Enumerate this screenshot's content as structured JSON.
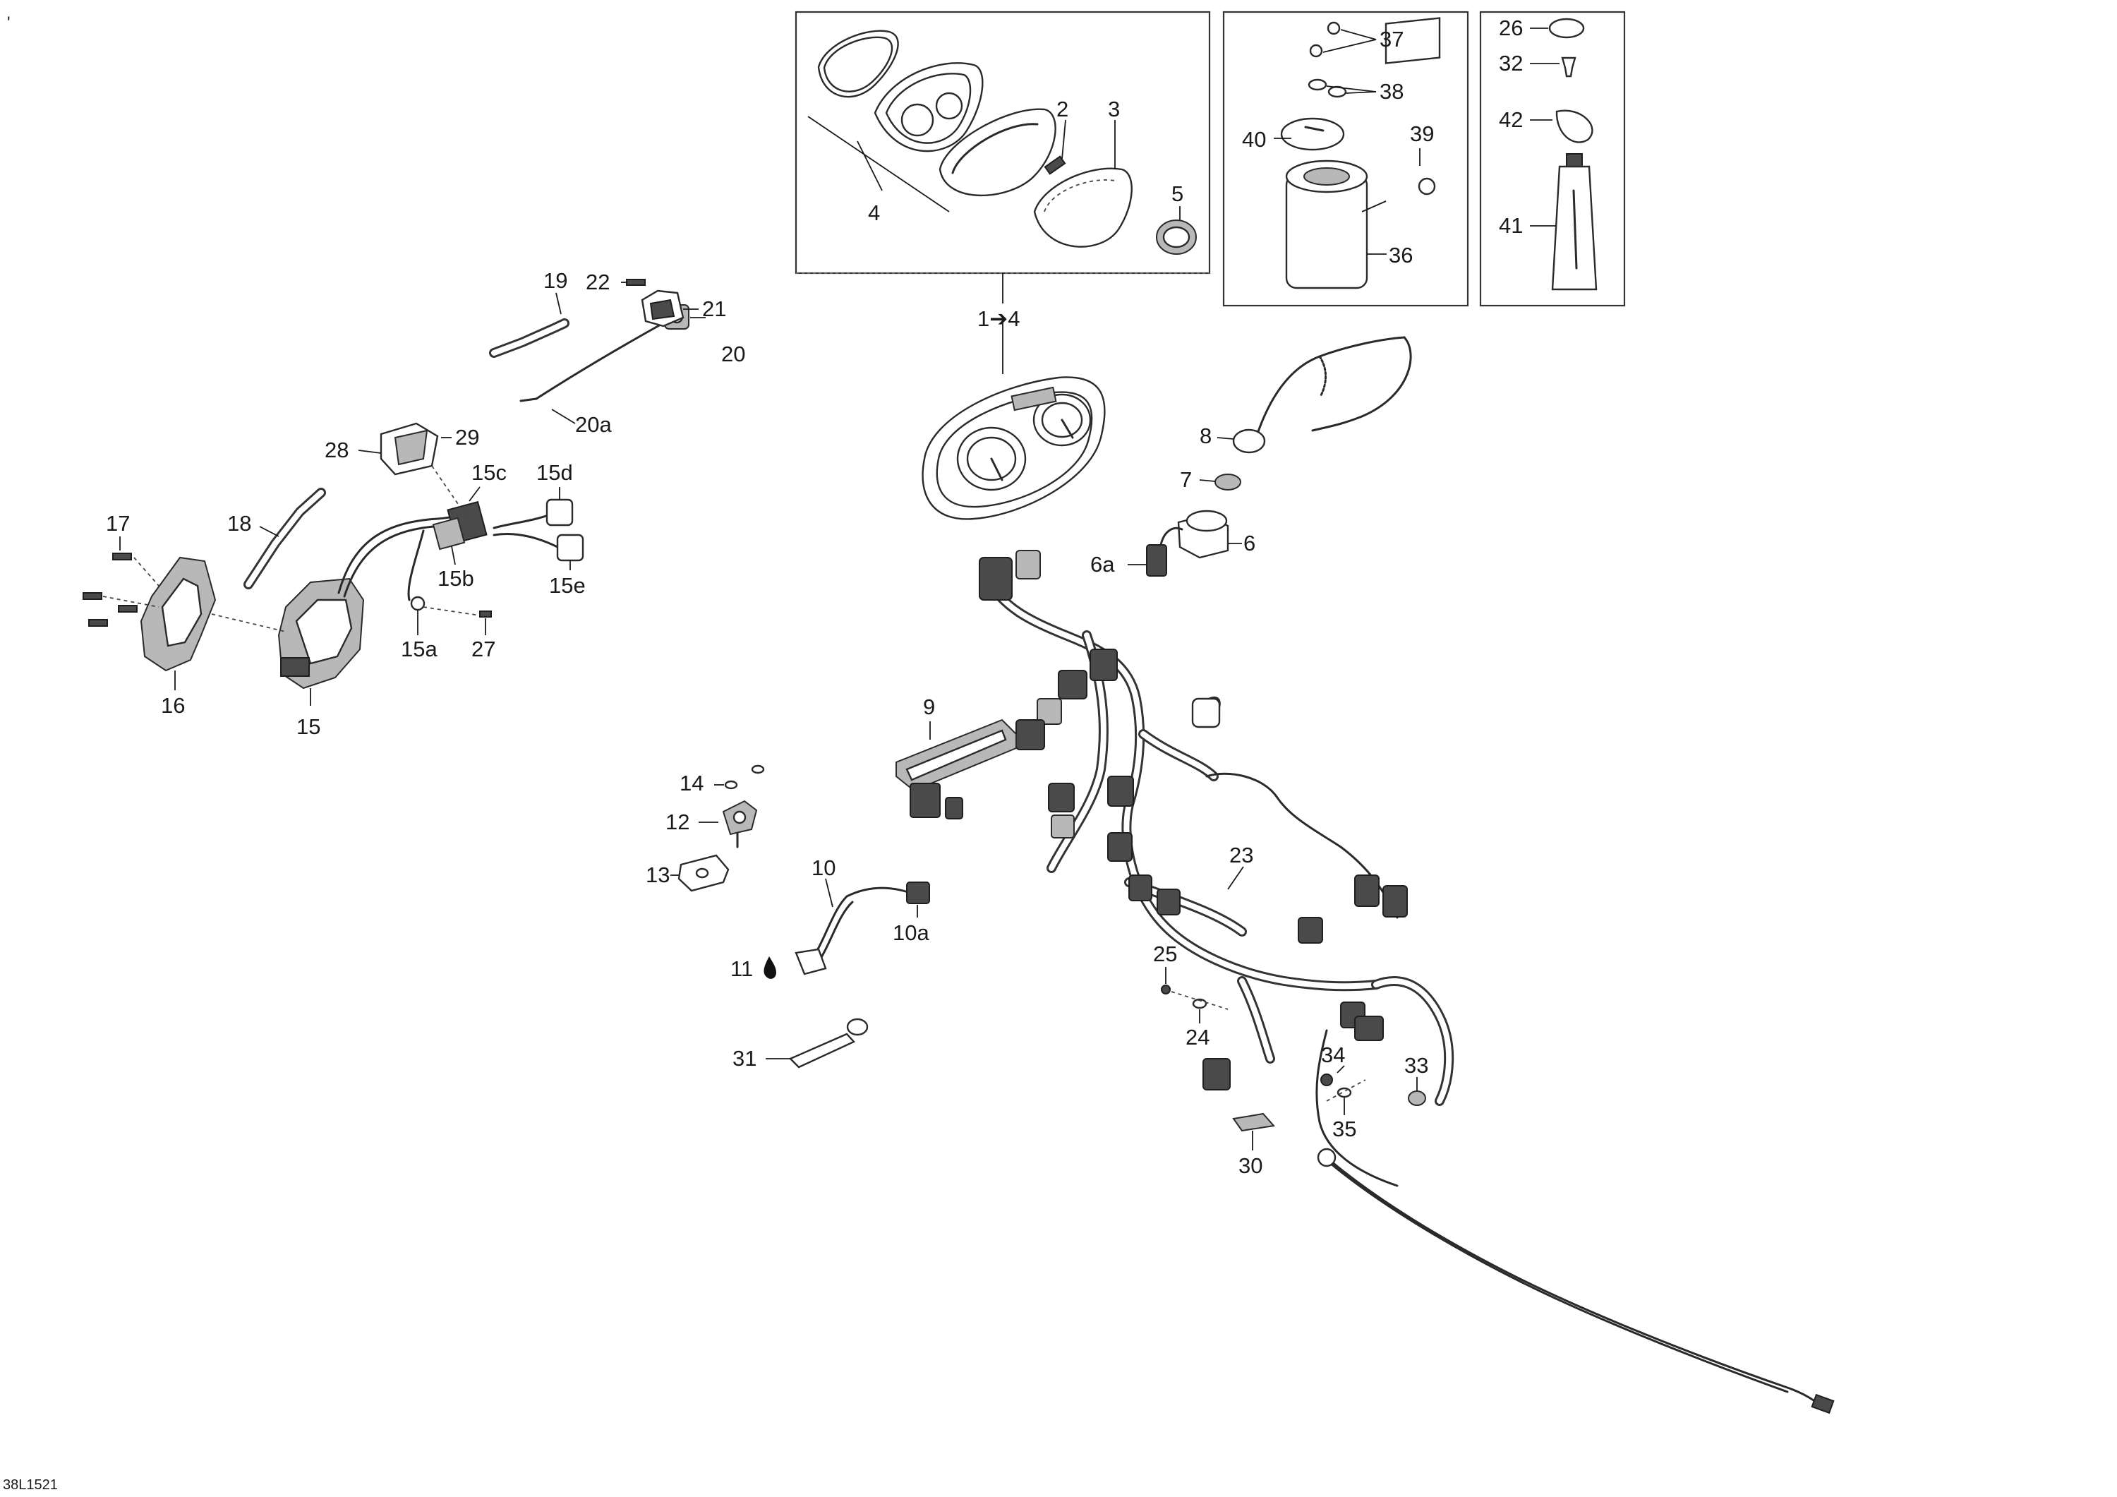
{
  "drawing_number": "38L1521",
  "corner_mark": "'",
  "callouts": {
    "c1to4": "1➔4",
    "c2": "2",
    "c3": "3",
    "c4": "4",
    "c5": "5",
    "c6": "6",
    "c6a": "6a",
    "c7": "7",
    "c8": "8",
    "c9": "9",
    "c10": "10",
    "c10a": "10a",
    "c11": "11",
    "c12": "12",
    "c13": "13",
    "c14": "14",
    "c15": "15",
    "c15a": "15a",
    "c15b": "15b",
    "c15c": "15c",
    "c15d": "15d",
    "c15e": "15e",
    "c16": "16",
    "c17": "17",
    "c18": "18",
    "c19": "19",
    "c20": "20",
    "c20a": "20a",
    "c21": "21",
    "c22": "22",
    "c23": "23",
    "c24": "24",
    "c25": "25",
    "c26": "26",
    "c27": "27",
    "c28": "28",
    "c29": "29",
    "c30": "30",
    "c31": "31",
    "c32": "32",
    "c33": "33",
    "c34": "34",
    "c35": "35",
    "c36": "36",
    "c37": "37",
    "c38": "38",
    "c39": "39",
    "c40": "40",
    "c41": "41",
    "c42": "42"
  },
  "icons": {
    "oil_drop": "oil-drop-icon",
    "arrow": "right-arrow-icon"
  }
}
